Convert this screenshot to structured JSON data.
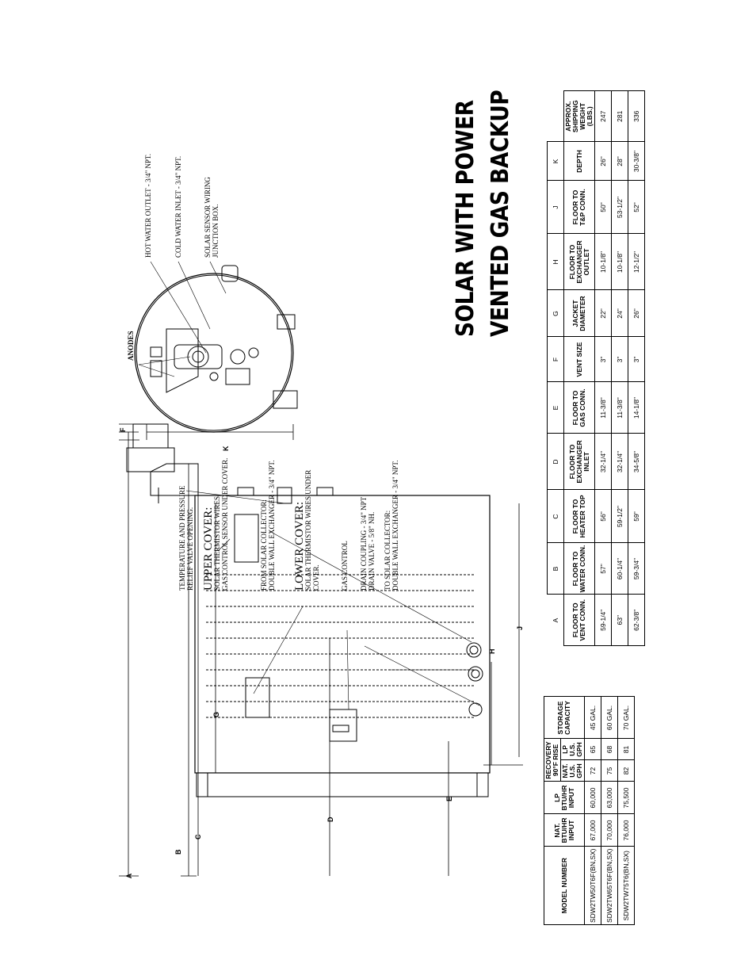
{
  "title": {
    "line1": "SOLAR WITH POWER",
    "line2": "VENTED GAS BACKUP"
  },
  "callouts_side": {
    "tp_valve": [
      "TEMPERATURE AND PRESSURE",
      "RELIEF VALVE OPENING."
    ],
    "upper_cover": "UPPER COVER:",
    "upper_cover_notes": [
      "SOLAR THERMISTOR WIRES.",
      "GAS CONTROL SENSOR UNDER COVER."
    ],
    "from_solar": [
      "FROM SOLAR COLLECTOR:",
      "DOUBLE WALL EXCHANGER - 3/4\" NPT."
    ],
    "lower_cover": "LOWER COVER:",
    "lower_cover_notes": [
      "SOLAR THERMISTOR WIRES UNDER",
      "COVER."
    ],
    "gas_control": "GAS CONTROL",
    "drain": [
      "DRAIN COUPLING - 3/4\" NPT",
      "DRAIN VALVE - 5/8\" NH."
    ],
    "to_solar": [
      "TO SOLAR COLLECTOR:",
      "DOUBLE WALL EXCHANGER - 3/4\" NPT."
    ]
  },
  "callouts_top": {
    "hot_outlet": "HOT WATER OUTLET - 3/4\" NPT.",
    "cold_inlet": "COLD WATER INLET - 3/4\" NPT.",
    "sensor_box": [
      "SOLAR SENSOR WIRING",
      "JUNCTION BOX."
    ],
    "anodes": "ANODES"
  },
  "dim_labels": {
    "A": "A",
    "B": "B",
    "C": "C",
    "D": "D",
    "E": "E",
    "F": "F",
    "G": "G",
    "H": "H",
    "J": "J",
    "K": "K"
  },
  "model_table": {
    "recovery_header": [
      "RECOVERY",
      "90°F RISE"
    ],
    "headers": [
      "MODEL NUMBER",
      "NAT. BTU/HR INPUT",
      "LP BTU/HR INPUT",
      "NAT. U.S. GPH",
      "LP U.S. GPH",
      "STORAGE CAPACITY"
    ],
    "rows": [
      [
        "SDW2TW50T6F(BN,SX)",
        "67,000",
        "60,000",
        "72",
        "65",
        "45 GAL."
      ],
      [
        "SDW2TW65T6F(BN,SX)",
        "70,000",
        "63,000",
        "75",
        "68",
        "60 GAL."
      ],
      [
        "SDW2TW75T6(BN,SX)",
        "76,000",
        "75,500",
        "82",
        "81",
        "70 GAL."
      ]
    ]
  },
  "dim_table": {
    "letters": [
      "A",
      "B",
      "C",
      "D",
      "E",
      "F",
      "G",
      "H",
      "J",
      "K"
    ],
    "headers": [
      "FLOOR TO VENT CONN.",
      "FLOOR TO WATER CONN.",
      "FLOOR TO HEATER TOP",
      "FLOOR TO EXCHANGER INLET",
      "FLOOR TO GAS CONN.",
      "VENT SIZE",
      "JACKET DIAMETER",
      "FLOOR TO EXCHANGER OUTLET",
      "FLOOR TO T&P CONN.",
      "DEPTH",
      "APPROX. SHIPPING WEIGHT (LBS.)"
    ],
    "rows": [
      [
        "59-1/4\"",
        "57\"",
        "56\"",
        "32-1/4\"",
        "11-3/8\"",
        "3\"",
        "22\"",
        "10-1/8\"",
        "50\"",
        "26\"",
        "247"
      ],
      [
        "63\"",
        "60-1/4\"",
        "59-1/2\"",
        "32-1/4\"",
        "11-3/8\"",
        "3\"",
        "24\"",
        "10-1/8\"",
        "53-1/2\"",
        "28\"",
        "281"
      ],
      [
        "62-3/8\"",
        "59-3/4\"",
        "59\"",
        "34-5/8\"",
        "14-1/8\"",
        "3\"",
        "26\"",
        "12-1/2\"",
        "52\"",
        "30-3/8\"",
        "336"
      ]
    ]
  }
}
